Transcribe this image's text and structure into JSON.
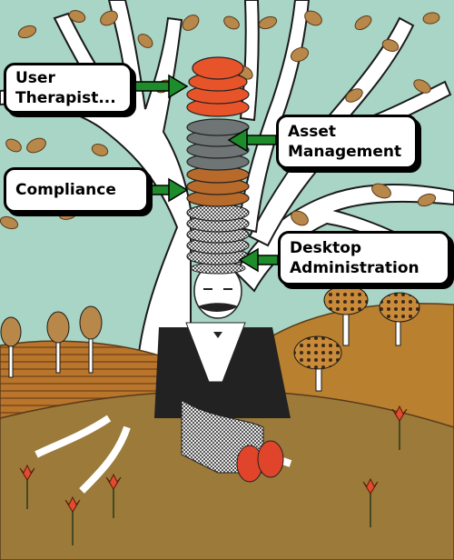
{
  "labels": {
    "user_therapist": [
      "User",
      "Therapist..."
    ],
    "asset_management": [
      "Asset",
      "Management"
    ],
    "compliance": [
      "Compliance"
    ],
    "desktop_administration": [
      "Desktop",
      "Administration"
    ]
  },
  "colors": {
    "sky": "#a8d5c5",
    "leaf": "#b8874a",
    "hill": "#b9802f",
    "ground": "#9b7a3a",
    "hat_orange": "#e8542a",
    "hat_gray": "#6f7474",
    "hat_brown": "#b86a2a",
    "hat_checked": "#b4b4b4",
    "arrow": "#1e8c2a",
    "flower": "#e34a2e",
    "shoes": "#e0442a"
  }
}
